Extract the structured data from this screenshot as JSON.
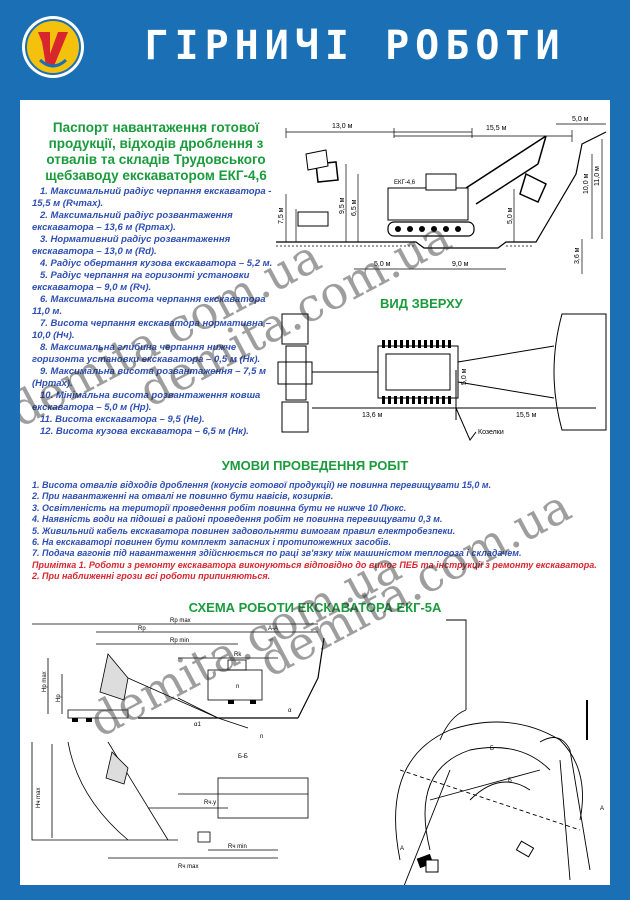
{
  "header": {
    "title": "ГІРНИЧІ РОБОТИ"
  },
  "passport": {
    "title": "Паспорт навантаження готової продукції, відходів дроблення з отвалів та складів Трудовського щебзаводу екскаватором ЕКГ-4,6"
  },
  "params": [
    "1. Максимальний радіус черпання екскаватора - 15,5 м (Rчmax).",
    "2. Максимальний радіус розвантаження екскаватора – 13,6 м (Rpmax).",
    "3. Нормативний радіус розвантаження екскаватора – 13,0 м (Rd).",
    "4. Радіус обертання кузова екскаватора – 5,2 м.",
    "5. Радіус черпання на горизонті установки екскаватора – 9,0 м (Rч).",
    "6. Максимальна висота черпання екскаватора 11,0 м.",
    "7. Висота черпання екскаватора нормативна – 10,0 (Hч).",
    "8. Максимальна глибина черпання нижче горизонта установки екскаватора – 0,5 м (Hк).",
    "9. Максимальна висота розвантаження – 7,5 м (Hpmax).",
    "10. Мінімальна висота розвантаження ковша екскаватора – 5,0 м (Hp).",
    "11. Висота екскаватора – 9,5 (Hе).",
    "12. Висота кузова екскаватора – 6,5 м (Hк)."
  ],
  "side_diagram": {
    "dim_13": "13,0 м",
    "dim_15_5": "15,5 м",
    "dim_5": "5,0 м",
    "dim_10": "10,0 м",
    "dim_11": "11,0 м",
    "dim_7_5": "7,5 м",
    "dim_9_5": "9,5 м",
    "dim_6_5": "6,5 м",
    "dim_3_6": "3,6 м",
    "dim_5_bottom": "5,0 м",
    "dim_9": "9,0 м",
    "dim_5_vert": "5,0 м",
    "machine_label": "ЕКГ-4,6"
  },
  "top_view": {
    "title": "ВИД ЗВЕРХУ",
    "dim_13_6": "13,6 м",
    "dim_15_5": "15,5 м",
    "dim_5": "5,0 м",
    "kozelky": "Козелки"
  },
  "conditions": {
    "title": "УМОВИ ПРОВЕДЕННЯ РОБІТ",
    "items": [
      "1. Висота отвалів відходів дроблення (конусів готової продукції) не повинна перевищувати 15,0 м.",
      "2. При навантаженні на отвалі не повинно бути навісів, козирків.",
      "3. Освітленість на території проведення робіт повинна бути не нижче 10 Люкс.",
      "4. Наявність води на підошві в районі проведення робіт не повинна перевищувати 0,3 м.",
      "5. Живильний кабель екскаватора повинен задовольняти вимогам правил електробезпеки.",
      "6. На екскаваторі повинен бути комплект запасних і протипожежних засобів.",
      "7. Подача вагонів під навантаження здійснюється по раці зв'язку між машиністом тепловоза і складачем."
    ]
  },
  "notes": [
    "Примітка 1. Роботи з ремонту екскаватора виконуються відповідно до вимог ПЕБ та інструкції з ремонту екскаватора.",
    "2. При наближенні грози всі роботи припиняються."
  ],
  "scheme": {
    "title": "СХЕМА РОБОТИ ЕКСКАВАТОРА ЕКГ-5А",
    "rp_max": "Rр max",
    "rp": "Rр",
    "rp_min": "Rр min",
    "rk": "Rk",
    "aa": "А-А",
    "hp_max": "Hр max",
    "hp": "Hр",
    "hch_max": "Hч max",
    "rch_max": "Rч max",
    "rch_min": "Rч min",
    "rch_y": "Rч.у",
    "bb": "Б-Б",
    "a1": "А",
    "b1": "Б",
    "alpha": "α",
    "alpha1": "α1",
    "n": "n",
    "n1": "n",
    "a_label": "А",
    "b_label": "Б"
  },
  "watermarks": [
    "demita.com.ua",
    "demita.com.ua",
    "demita.com.ua",
    "demita.com.ua"
  ],
  "colors": {
    "frame": "#1a6fb5",
    "green": "#1a9b3c",
    "blue_text": "#2d4fb4",
    "red": "#d8262f"
  }
}
